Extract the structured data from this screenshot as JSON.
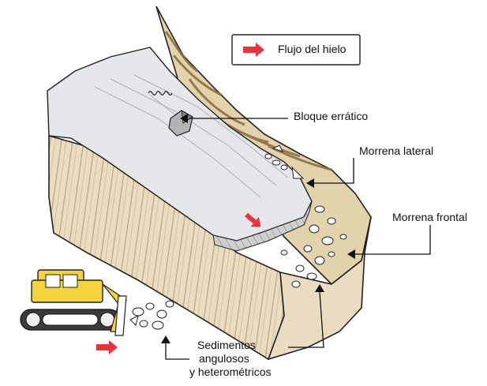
{
  "legend": {
    "label": "Flujo del hielo",
    "arrow_color": "#e8323c"
  },
  "labels": {
    "erratic": "Bloque errático",
    "lateral": "Morrena lateral",
    "frontal": "Morrena frontal",
    "sediments_line1": "Sedimentos",
    "sediments_line2": "angulosos",
    "sediments_line3": "y heterométricos"
  },
  "colors": {
    "ice": "#e6e7ea",
    "rock": "#e9dcc0",
    "rock_dark": "#b99b63",
    "stripe": "#8c6a3a",
    "bulldozer": "#f4d43a",
    "track": "#3b3b3b"
  },
  "icons": [
    "flow-arrow-icon",
    "bulldozer-icon",
    "erratic-block-icon"
  ]
}
